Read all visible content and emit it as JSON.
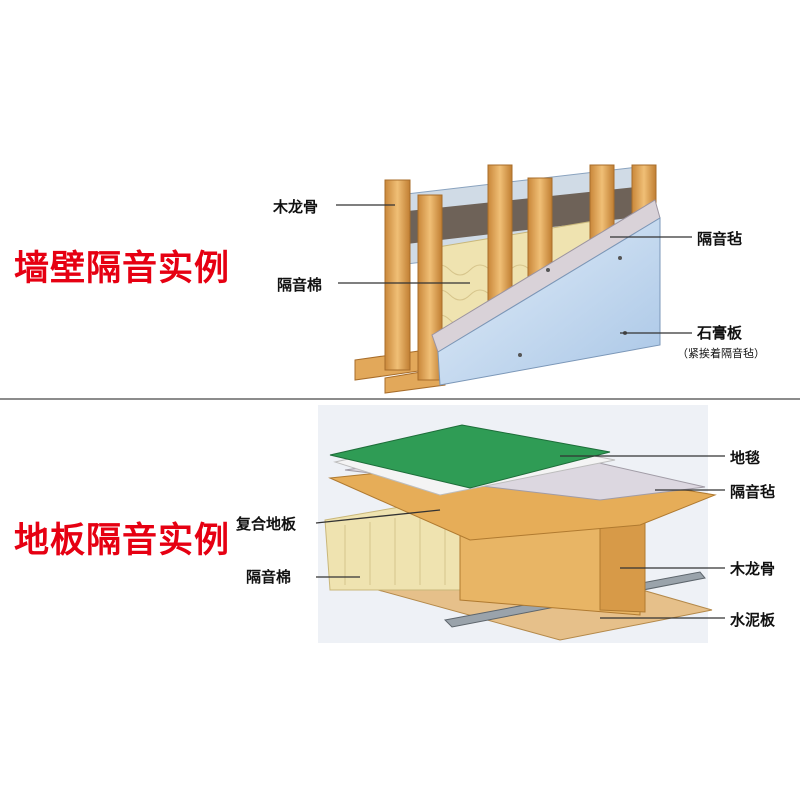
{
  "wall": {
    "title": "墙壁隔音实例",
    "labels": {
      "stud": "木龙骨",
      "cotton": "隔音棉",
      "felt": "隔音毡",
      "gypsum": "石膏板",
      "gypsum_note": "（紧挨着隔音毡）"
    }
  },
  "floor": {
    "title": "地板隔音实例",
    "labels": {
      "carpet": "地毯",
      "felt": "隔音毡",
      "composite": "复合地板",
      "cotton": "隔音棉",
      "stud": "木龙骨",
      "cement": "水泥板"
    }
  },
  "colors": {
    "title_red": "#e60012",
    "wood": "#e2a85a",
    "wood_dark": "#c07e32",
    "gypsum": "#bcd3ea",
    "felt": "#d9d2d8",
    "carpet": "#2f9c55",
    "cotton": "#efe3b0"
  }
}
